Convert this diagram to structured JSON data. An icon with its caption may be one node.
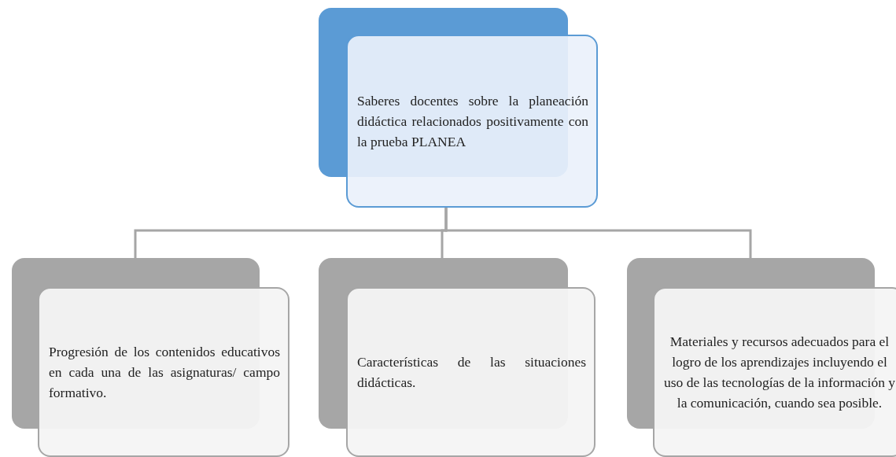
{
  "diagram": {
    "nodes": [
      {
        "text": [
          "Saberes docentes sobre la planeación didáctica relacionados positivamente con la prueba PLANEA"
        ]
      },
      {
        "text": [
          "Progresión de los contenidos educativos en cada una de las asignaturas/ campo formativo."
        ]
      },
      {
        "text": [
          "Características de las situaciones didácticas."
        ]
      },
      {
        "text": [
          "Materiales y recursos adecuados para el logro de los aprendizajes incluyendo el uso de las tecnologías de la información y la comunicación, cuando sea posible."
        ]
      }
    ],
    "edges": [
      {
        "from": 0,
        "to": 1,
        "arrow": "none"
      },
      {
        "from": 0,
        "to": 2,
        "arrow": "none"
      },
      {
        "from": 0,
        "to": 3,
        "arrow": "none"
      }
    ]
  }
}
